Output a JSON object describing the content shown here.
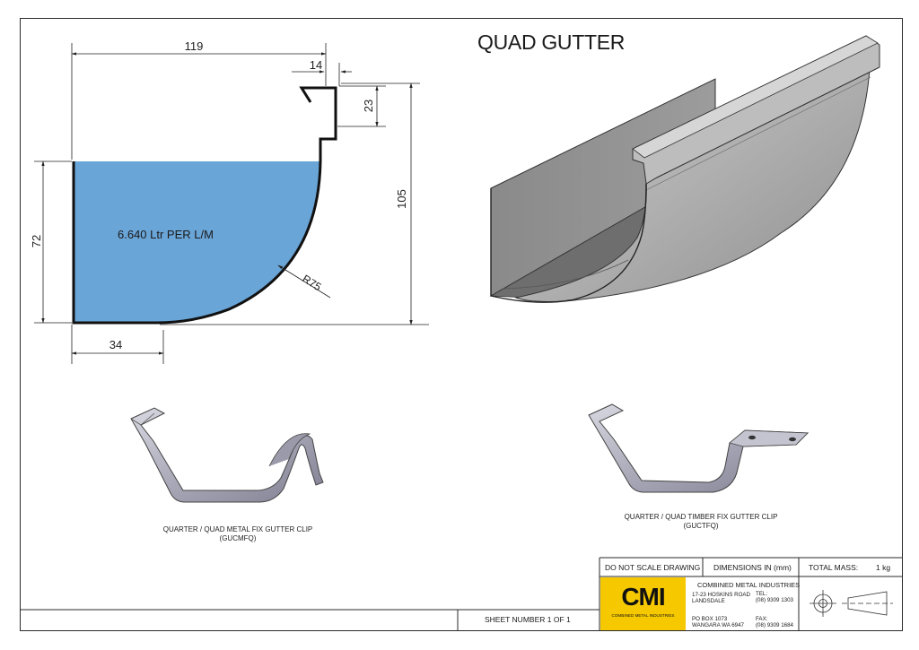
{
  "title": "QUAD GUTTER",
  "profile": {
    "dim_width": "119",
    "dim_lip": "14",
    "dim_lip_height": "23",
    "dim_total_height": "105",
    "dim_water_height": "72",
    "dim_flat_base": "34",
    "radius": "R75",
    "capacity": "6.640 Ltr PER L/M",
    "water_color": "#6aa5d8"
  },
  "clips": {
    "metal_label": "QUARTER / QUAD METAL FIX GUTTER CLIP",
    "metal_code": "(GUCMFQ)",
    "timber_label": "QUARTER / QUAD TIMBER FIX GUTTER CLIP",
    "timber_code": "(GUCTFQ)"
  },
  "title_block": {
    "do_not_scale": "DO NOT SCALE DRAWING",
    "dimensions": "DIMENSIONS IN (mm)",
    "total_mass_label": "TOTAL MASS:",
    "total_mass_value": "1 kg",
    "sheet_number": "SHEET NUMBER 1 OF 1",
    "company": "COMBINED METAL INDUSTRIES",
    "address_line1": "17-23 HOSKINS ROAD",
    "address_line2": "LANDSDALE",
    "tel_label": "TEL:",
    "tel_value": "(08) 9309 1303",
    "po_box": "PO BOX 1073",
    "po_town": "WANGARA WA 6947",
    "fax_label": "FAX:",
    "fax_value": "(08) 9309 1684",
    "logo_text": "CMI",
    "logo_subtext": "COMBINED METAL INDUSTRIES",
    "logo_color": "#f5c800"
  }
}
